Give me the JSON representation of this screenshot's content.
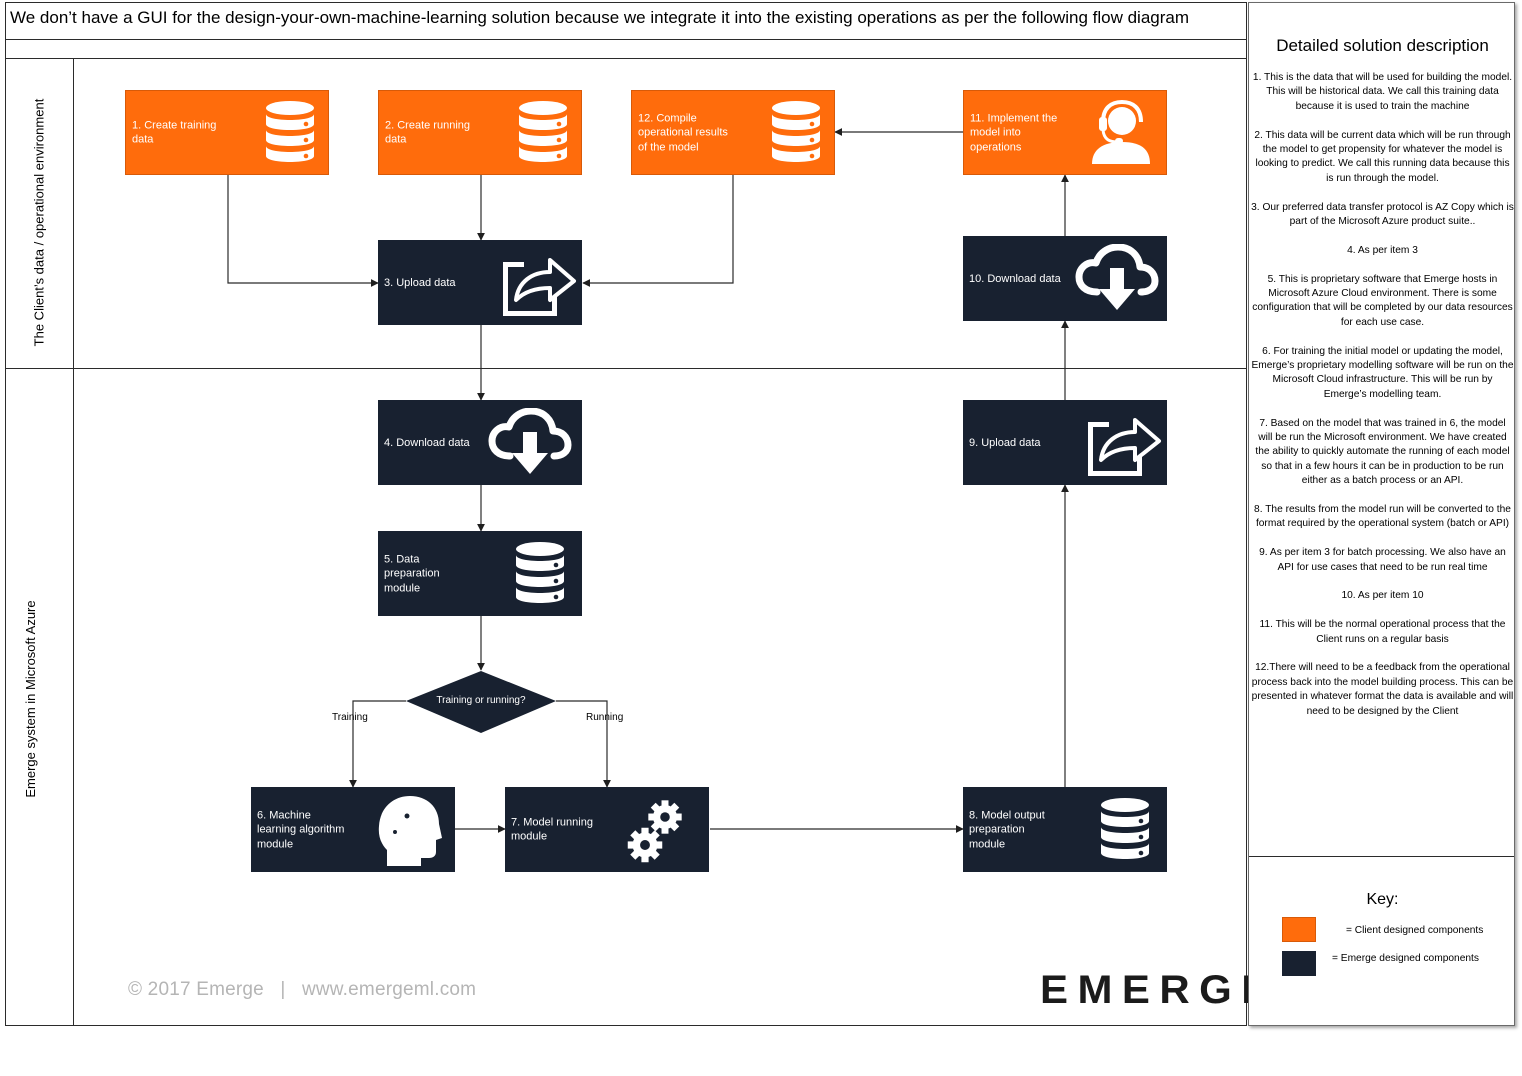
{
  "title": "We don’t have a GUI for the design-your-own-machine-learning solution because we integrate it into the existing operations as per the following flow diagram",
  "lanes": {
    "client": "The Client’s data / operational environment",
    "emerge": "Emerge system in Microsoft Azure"
  },
  "steps": {
    "s1": "1. Create training data",
    "s2": "2. Create running data",
    "s3": "3. Upload data",
    "s4": "4. Download data",
    "s5": "5. Data preparation module",
    "s6": "6. Machine learning algorithm module",
    "s7": "7. Model running module",
    "s8": "8. Model output preparation module",
    "s9": "9. Upload data",
    "s10": "10. Download data",
    "s11": "11. Implement the model into operations",
    "s12": "12. Compile operational results of the model"
  },
  "decision": {
    "label": "Training or running?",
    "left_branch": "Training",
    "right_branch": "Running"
  },
  "panel": {
    "title": "Detailed solution description",
    "items": [
      "1. This is the data that will be used for building the model. This will be historical data. We call this training data because it is used to train the machine",
      "2. This data will be current data which will be run through the model to get propensity for whatever the model is looking to predict. We call this running data because this is run through the model.",
      "3. Our preferred data transfer protocol is AZ Copy which is part of the Microsoft Azure product suite..",
      "4. As per item 3",
      "5. This is proprietary software that Emerge hosts in Microsoft Azure Cloud environment. There is some configuration that will be completed by our data resources for each use case.",
      "6. For training the initial model or updating the model, Emerge’s proprietary modelling software will be run on the Microsoft Cloud infrastructure. This will be run by Emerge’s modelling team.",
      "7. Based on the model that was trained in 6, the model will be run the Microsoft environment. We have created the ability to quickly automate the running of each model so that in a few hours it can be in production to be run either as a batch process or an API.",
      "8. The results from the model run will be converted to the format required by the operational system (batch or API)",
      "9. As per item 3 for batch processing. We also have an API for use cases that need to be run real time",
      "10.  As per item 10",
      "11.  This will be the normal operational process that the Client runs on a regular basis",
      "12.There will need to be a feedback from the operational process back into the model building process. This can be presented in whatever format the data is available and will need to be designed by the Client"
    ]
  },
  "key": {
    "title": "Key:",
    "client_label": "= Client designed components",
    "emerge_label": "= Emerge designed components"
  },
  "footer": {
    "copyright": "© 2017 Emerge   |   www.emergeml.com",
    "logo": "EMERGE"
  },
  "colors": {
    "client": "#FF6C0C",
    "emerge": "#182130"
  },
  "icons": {
    "s1": "database-icon",
    "s2": "database-icon",
    "s3": "share-upload-icon",
    "s4": "cloud-download-icon",
    "s5": "database-icon",
    "s6": "brain-gears-icon",
    "s7": "gears-icon",
    "s8": "database-icon",
    "s9": "share-upload-icon",
    "s10": "cloud-download-icon",
    "s11": "support-agent-icon",
    "s12": "database-icon"
  }
}
